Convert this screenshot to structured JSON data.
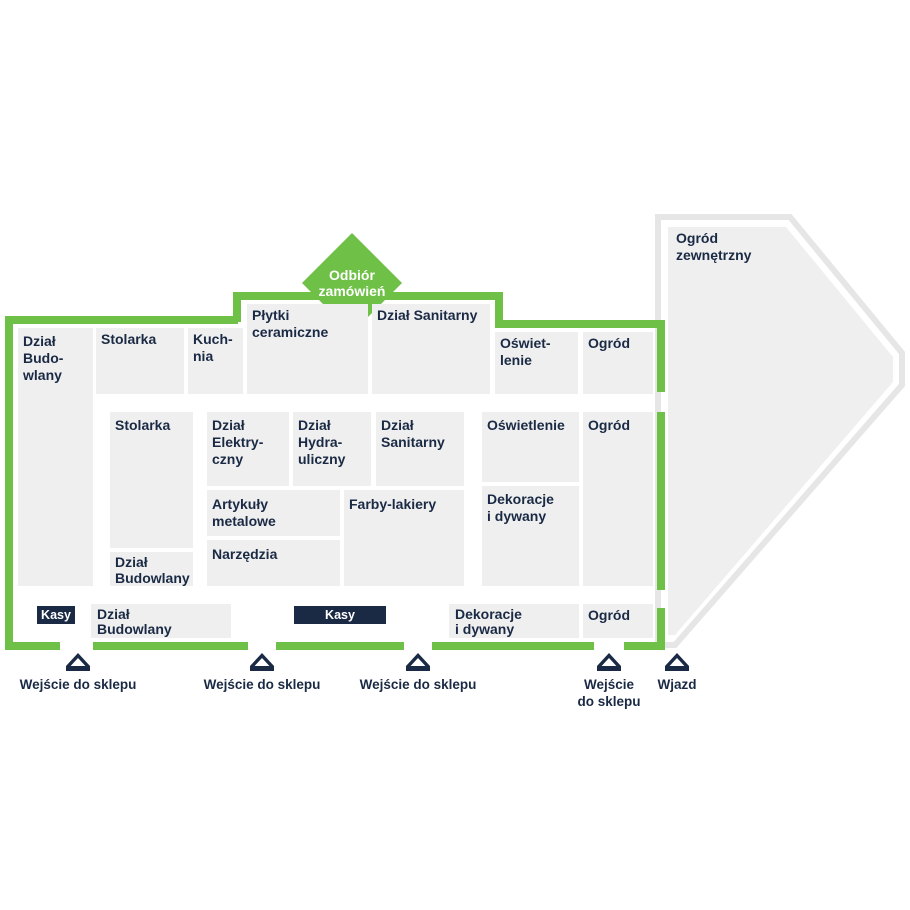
{
  "colors": {
    "wall": "#6ec046",
    "zone": "#efefef",
    "text": "#1a2a44",
    "kasy": "#1a2a44",
    "garden_outline": "#e6e6e6"
  },
  "pickup": {
    "line1": "Odbiór",
    "line2": "zamówień"
  },
  "garden": {
    "line1": "Ogród",
    "line2": "zewnętrzny"
  },
  "zones": {
    "budowlany_left": [
      "Dział",
      "Budo-",
      "wlany"
    ],
    "stolarka_top": "Stolarka",
    "kuchnia": [
      "Kuch-",
      "nia"
    ],
    "plytki": [
      "Płytki",
      "ceramiczne"
    ],
    "sanitarny_top": "Dział Sanitarny",
    "oswietlenie_top": [
      "Oświet-",
      "lenie"
    ],
    "ogrod_top": "Ogród",
    "stolarka_mid": "Stolarka",
    "budowlany_mid": [
      "Dział",
      "Budowlany"
    ],
    "elektryczny": [
      "Dział",
      "Elektry-",
      "czny"
    ],
    "hydrauliczny": [
      "Dział",
      "Hydra-",
      "uliczny"
    ],
    "sanitarny_mid": [
      "Dział",
      "Sanitarny"
    ],
    "oswietlenie_mid": "Oświetlenie",
    "ogrod_mid": "Ogród",
    "artykuly": [
      "Artykuły",
      "metalowe"
    ],
    "farby": "Farby-lakiery",
    "narzedzia": "Narzędzia",
    "dekoracje_mid": [
      "Dekoracje",
      "i dywany"
    ],
    "budowlany_bottom": [
      "Dział",
      "Budowlany"
    ],
    "dekoracje_bottom": [
      "Dekoracje",
      "i dywany"
    ],
    "ogrod_bottom": "Ogród"
  },
  "kasy": {
    "left": "Kasy",
    "center": "Kasy"
  },
  "entrances": {
    "e1": [
      "Wejście do sklepu"
    ],
    "e2": [
      "Wejście do sklepu"
    ],
    "e3": [
      "Wejście do sklepu"
    ],
    "e4": [
      "Wejście",
      "do sklepu"
    ],
    "wjazd": [
      "Wjazd"
    ]
  }
}
